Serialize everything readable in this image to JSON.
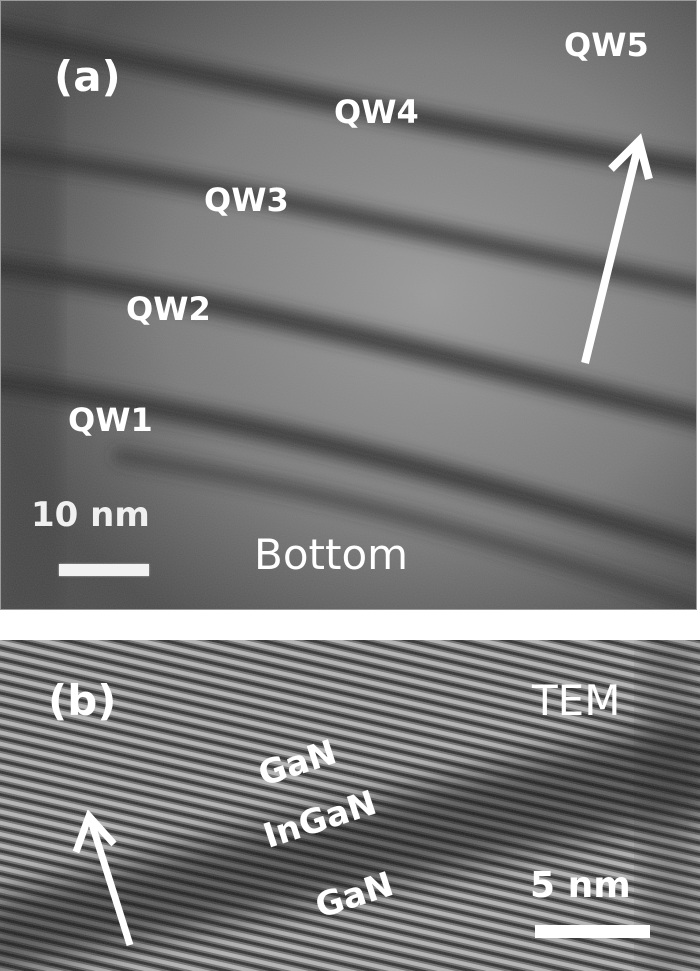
{
  "figure": {
    "panel_a": {
      "label": "(a)",
      "quantum_wells": [
        "QW1",
        "QW2",
        "QW3",
        "QW4",
        "QW5"
      ],
      "bottom_label": "Bottom",
      "scale_bar": "10 nm",
      "growth_direction_arrow": "arrow-up-right"
    },
    "panel_b": {
      "label": "(b)",
      "mode_label": "TEM",
      "layers": [
        "GaN",
        "InGaN",
        "GaN"
      ],
      "scale_bar": "5 nm",
      "growth_direction_arrow": "arrow-up"
    }
  },
  "colors": {
    "text": "#ffffff",
    "background_gap": "#ffffff",
    "panel_a_base": "#6a6a6a",
    "panel_b_base": "#555555",
    "dark_band": "#2e2e2e"
  }
}
